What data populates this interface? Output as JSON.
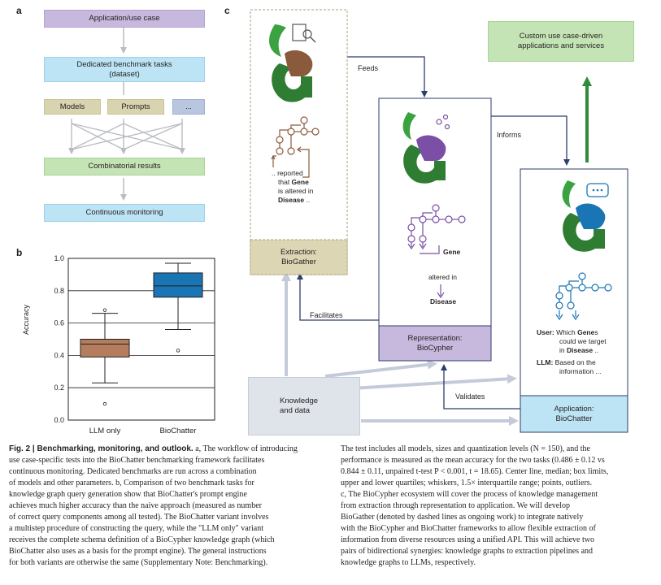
{
  "panel_a": {
    "letter": "a",
    "app_use_case": "Application/use case",
    "dedicated_title": "Dedicated benchmark tasks",
    "dedicated_sub": "(dataset)",
    "models": "Models",
    "prompts": "Prompts",
    "ellipsis": "...",
    "combinatorial": "Combinatorial results",
    "monitoring": "Continuous monitoring"
  },
  "panel_b": {
    "letter": "b",
    "ylabel": "Accuracy"
  },
  "chart_data": {
    "type": "box",
    "categories": [
      "LLM only",
      "BioChatter"
    ],
    "ylabel": "Accuracy",
    "ylim": [
      0.0,
      1.0
    ],
    "yticks": [
      "0.0",
      "0.2",
      "0.4",
      "0.6",
      "0.8",
      "1.0"
    ],
    "colors": [
      "#b47e5e",
      "#1a75b5"
    ],
    "boxes": [
      {
        "name": "LLM only",
        "whisker_low": 0.23,
        "q1": 0.39,
        "median": 0.47,
        "q3": 0.5,
        "whisker_high": 0.66,
        "outliers": [
          0.68,
          0.1
        ]
      },
      {
        "name": "BioChatter",
        "whisker_low": 0.56,
        "q1": 0.76,
        "median": 0.83,
        "q3": 0.91,
        "whisker_high": 0.97,
        "outliers": [
          0.43
        ]
      }
    ]
  },
  "panel_c": {
    "letter": "c",
    "extraction_l1": "Extraction:",
    "extraction_l2": "BioGather",
    "representation_l1": "Representation:",
    "representation_l2": "BioCypher",
    "application_l1": "Application:",
    "application_l2": "BioChatter",
    "custom_l1": "Custom use case-driven",
    "custom_l2": "applications and services",
    "knowledge_l1": "Knowledge",
    "knowledge_l2": "and data",
    "feeds": "Feeds",
    "informs": "Informs",
    "facilitates": "Facilitates",
    "validates": "Validates",
    "reported_l1": ".. reported",
    "reported_l2a": "that ",
    "reported_gene": "Gene",
    "reported_l3": "is altered in",
    "reported_disease": "Disease",
    "reported_end": " ..",
    "gene": "Gene",
    "altered_in": "altered in",
    "disease": "Disease",
    "user_label": "User:",
    "user_text1": " Which ",
    "user_gene": "Gene",
    "user_text2": "s",
    "user_line2": "could we target",
    "user_line3a": "in ",
    "user_disease": "Disease",
    "user_line3b": " ..",
    "llm_label": "LLM:",
    "llm_text1": " Based on the",
    "llm_text2": "information ..."
  },
  "caption_left": {
    "fig_label": "Fig. 2 | Benchmarking, monitoring, and outlook.",
    "lines": [
      " a, The workflow of introducing",
      "use case-specific tests into the BioChatter benchmarking framework facilitates",
      "continuous monitoring. Dedicated benchmarks are run across a combination",
      "of models and other parameters. b, Comparison of two benchmark tasks for",
      "knowledge graph query generation show that BioChatter's prompt engine",
      "achieves much higher accuracy than the naive approach (measured as number",
      "of correct query components among all tested). The BioChatter variant involves",
      "a multistep procedure of constructing the query, while the \"LLM only\" variant",
      "receives the complete schema definition of a BioCypher knowledge graph (which",
      "BioChatter also uses as a basis for the prompt engine). The general instructions",
      "for both variants are otherwise the same (Supplementary Note: Benchmarking)."
    ]
  },
  "caption_right": {
    "lines": [
      "The test includes all models, sizes and quantization levels (N = 150), and the",
      "performance is measured as the mean accuracy for the two tasks (0.486 ± 0.12 vs",
      "0.844 ± 0.11, unpaired t-test P < 0.001, t = 18.65). Center line, median; box limits,",
      "upper and lower quartiles; whiskers, 1.5× interquartile range; points, outliers.",
      "c, The BioCypher ecosystem will cover the process of knowledge management",
      "from extraction through representation to application. We will develop",
      "BioGather (denoted by dashed lines as ongoing work) to integrate natively",
      "with the BioCypher and BioChatter frameworks to allow flexible extraction of",
      "information from diverse resources using a unified API. This will achieve two",
      "pairs of bidirectional synergies: knowledge graphs to extraction pipelines and",
      "knowledge graphs to LLMs, respectively."
    ]
  }
}
